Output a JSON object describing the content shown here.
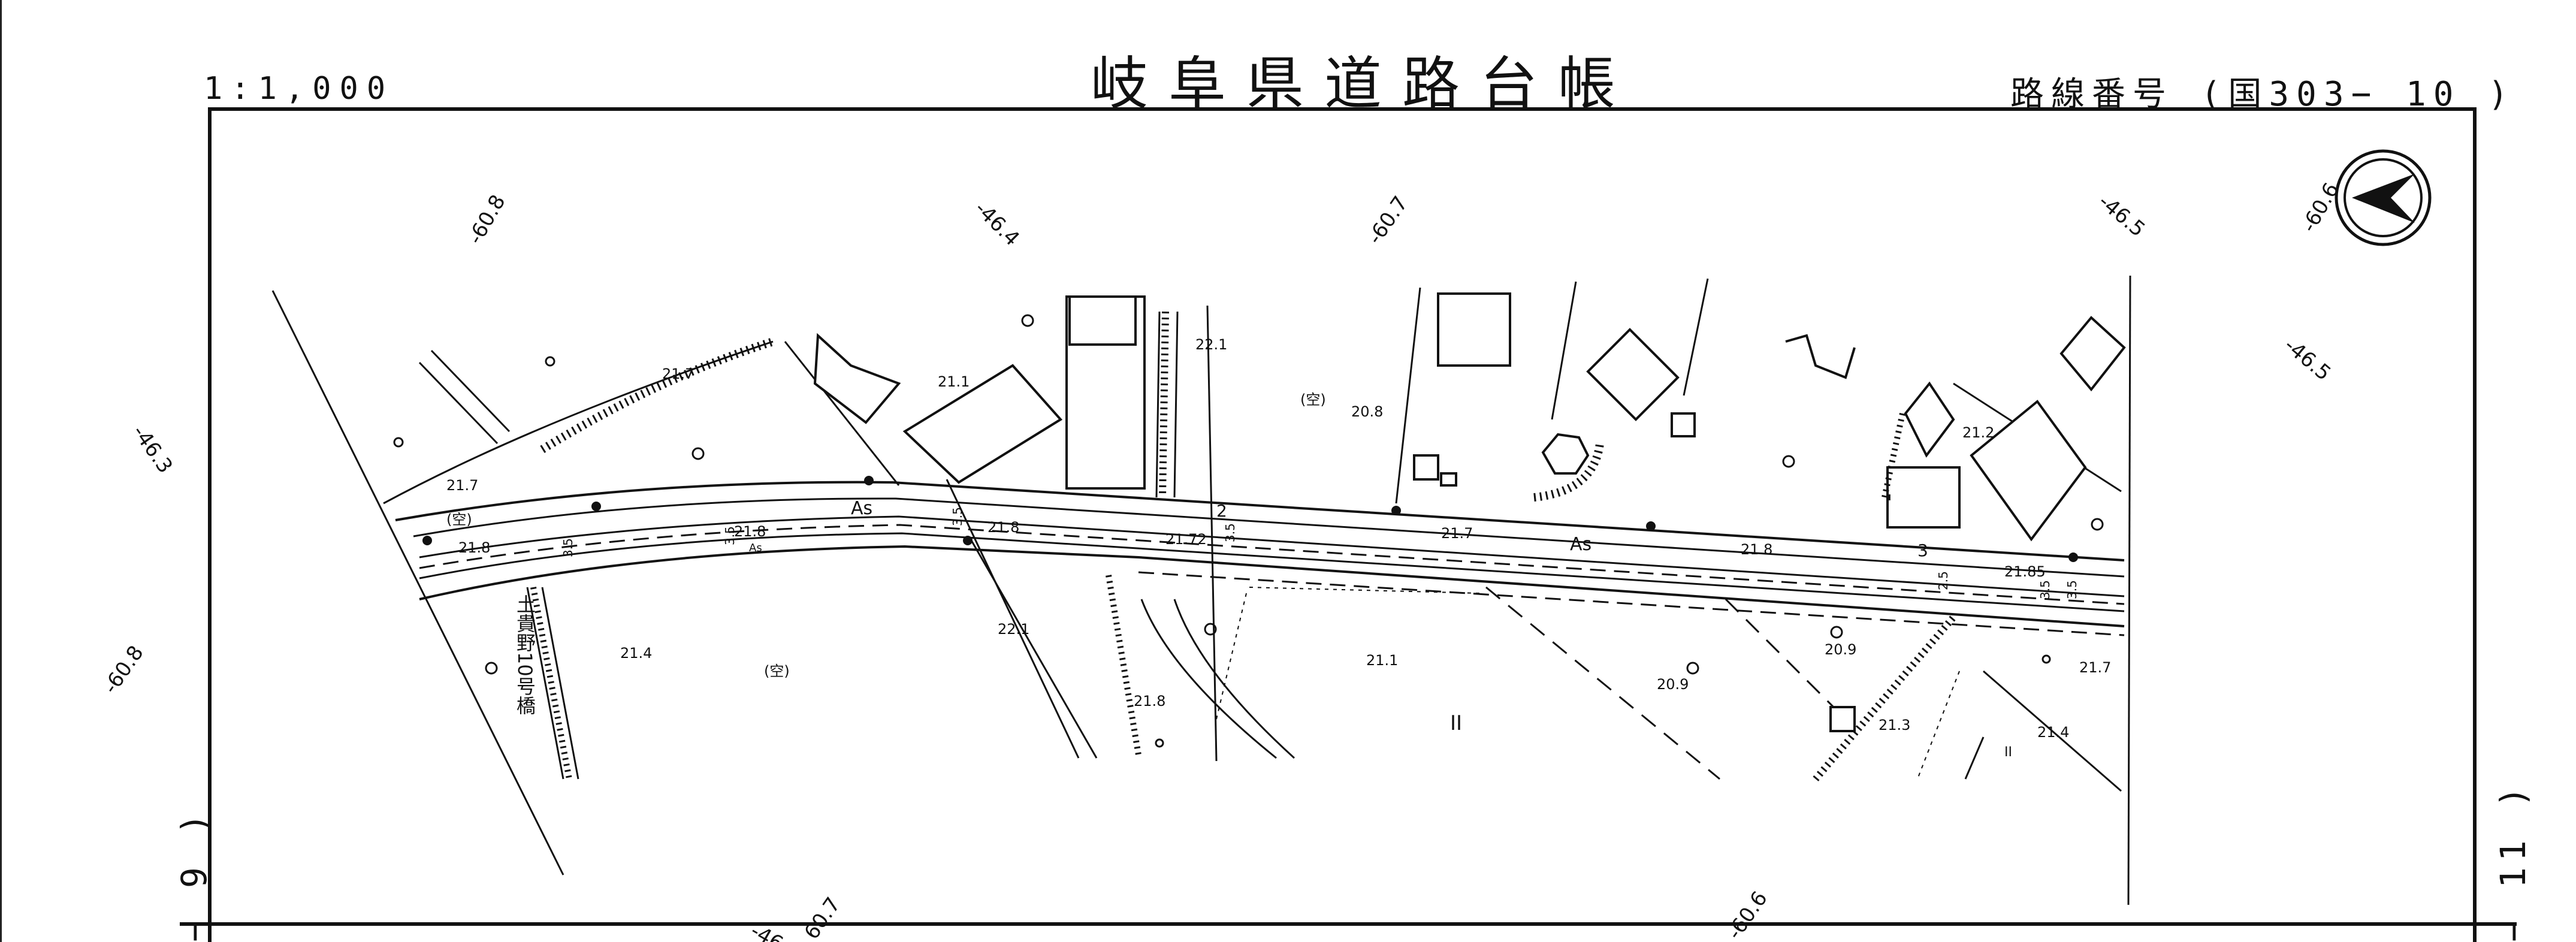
{
  "header": {
    "scale": "1:1,000",
    "title": "岐阜県道路台帳",
    "route_prefix": "路線番号",
    "route_number": "(国303− 10 )"
  },
  "sheet": {
    "left_adjacent": "− 9 )",
    "right_adjacent": "− 11 )"
  },
  "compass": {
    "icon": "north-arrow-icon"
  },
  "grid_labels": {
    "g1": "-60.8",
    "g2": "-46.4",
    "g3": "-60.7",
    "g4": "-46.5",
    "g5": "-60.6",
    "g6": "-46.3",
    "g7": "-60.8",
    "g8": "-46.5",
    "g9": "-46",
    "g10": "60.7",
    "g11": "-60.6"
  },
  "map_labels": {
    "pavement_1": "As",
    "pavement_2": "As",
    "pavement_3": "As",
    "vacant_1": "(空)",
    "vacant_2": "(空)",
    "vacant_3": "(空)",
    "bridge_name": "土貴野10号橋",
    "station_2": "2",
    "station_3": "3",
    "e1": "21.7",
    "e2": "21.7",
    "e3": "21.8",
    "e4": "21.8",
    "e5": "21.8",
    "e6": "21.1",
    "e7": "22.1",
    "e8": "20.8",
    "e9": "21.72",
    "e10": "21.7",
    "e11": "21.8",
    "e12": "21.2",
    "e13": "21.85",
    "e14": "21.4",
    "e15": "22.1",
    "e16": "21.8",
    "e17": "21.1",
    "e18": "20.9",
    "e19": "20.9",
    "e20": "21.3",
    "e21": "21.4",
    "e22": "21.7",
    "w1": "3.5",
    "w2": "3.5",
    "w3": "3.5",
    "w4": "3.5",
    "w5": "2.5",
    "w6": "3.5",
    "w7": "3.5",
    "field_1": "II",
    "field_2": "II"
  }
}
